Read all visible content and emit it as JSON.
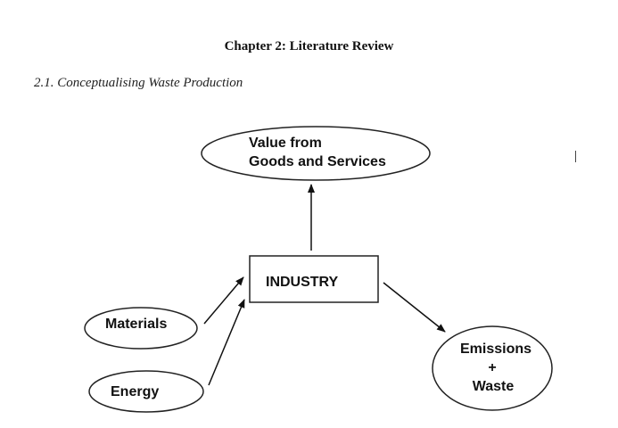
{
  "document": {
    "chapter_title": "Chapter 2: Literature Review",
    "section_heading": "2.1. Conceptualising Waste Production"
  },
  "diagram": {
    "nodes": {
      "value": {
        "line1": "Value from",
        "line2": "Goods and Services"
      },
      "industry": {
        "label": "INDUSTRY"
      },
      "materials": {
        "label": "Materials"
      },
      "energy": {
        "label": "Energy"
      },
      "emissions": {
        "line1": "Emissions",
        "line2": "+",
        "line3": "Waste"
      }
    },
    "edges": [
      {
        "from": "industry",
        "to": "value"
      },
      {
        "from": "materials",
        "to": "industry"
      },
      {
        "from": "energy",
        "to": "industry"
      },
      {
        "from": "industry",
        "to": "emissions"
      }
    ]
  }
}
